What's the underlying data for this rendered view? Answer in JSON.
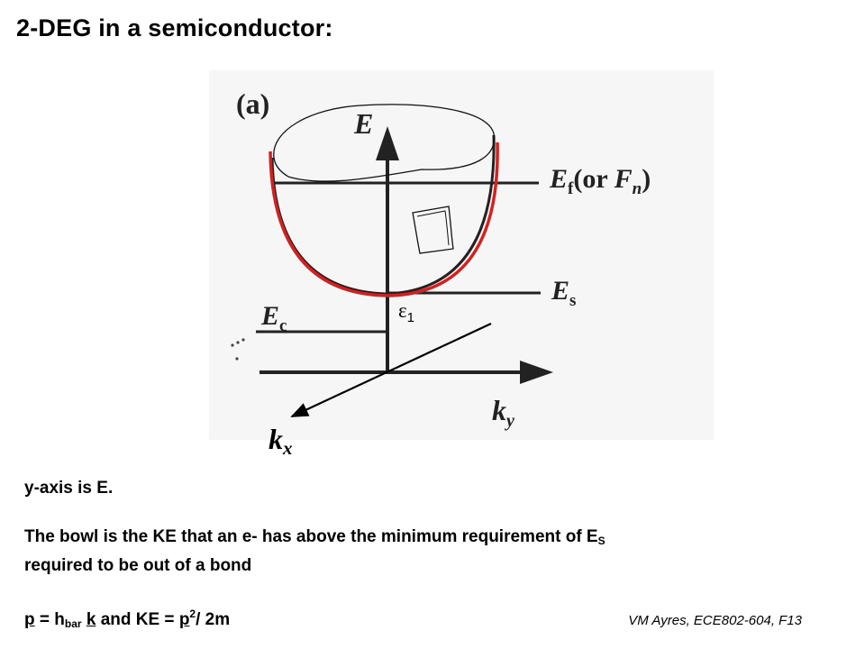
{
  "title": "2-DEG in a semiconductor:",
  "diagram": {
    "panel_label": "(a)",
    "axis_e": "E",
    "ef_main": "E",
    "ef_sub": "f",
    "ef_paren_open": "(or ",
    "fn_main": "F",
    "fn_sub": "n",
    "ef_paren_close": ")",
    "es_main": "E",
    "es_sub": "s",
    "ec_main": "E",
    "ec_sub": "c",
    "ky_main": "k",
    "ky_sub": "y",
    "eps_main": "ε",
    "eps_sub": "1",
    "kx_main": "k",
    "kx_sub": "x",
    "bowl_color": "#d42020"
  },
  "notes": {
    "line1": "y-axis is E.",
    "line2_pre": "The bowl is the KE that an e- has above the minimum requirement of E",
    "line2_sub": "S",
    "line3": "required to be out of a bond",
    "eq_p": "p",
    "eq_eq1": " = h",
    "eq_bar": "bar",
    "eq_k": "k",
    "eq_and": " and KE = ",
    "eq_p2": "p",
    "eq_exp": "2",
    "eq_end": "/ 2m"
  },
  "credit": "VM Ayres, ECE802-604, F13"
}
